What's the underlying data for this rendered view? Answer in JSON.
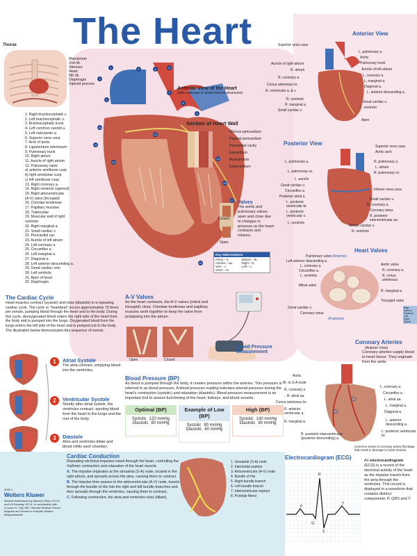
{
  "title": "The Heart",
  "thorax": {
    "heading": "Thorax",
    "labels": [
      "Manubrium",
      "2nd rib",
      "Sternum",
      "Heart",
      "5th rib",
      "Diaphragm",
      "Xiphoid process"
    ]
  },
  "legend": {
    "items": [
      "1. Right brachiocephalic v.",
      "2. Left brachiocephalic v.",
      "3. Brachiocephalic trunk",
      "4. Left common carotid a.",
      "5. Left subclavian a.",
      "6. Superior vena cava",
      "7. Arch of aorta",
      "8. Ligamentum arteriosum",
      "9. Pulmonary trunk",
      "10. Right atrium",
      "11. Auricle of right atrium",
      "12. Pulmonary valve",
      "a) anterior semilunar cusp",
      "b) right semilunar cusp",
      "c) left semilunar cusp",
      "13. Right coronary a.",
      "14. Right ventricle (opened)",
      "15. Right atrioventricular",
      "(A-V) valve (tricuspid)",
      "16. Chordae tendineae",
      "17. Papillary muscles",
      "18. Trabeculae",
      "19. Muscular wall of right",
      "ventricle",
      "20. Right marginal a.",
      "21. Small cardiac v.",
      "22. Pericardial sac",
      "23. Auricle of left atrium",
      "24. Left coronary a.",
      "25. Circumflex a.",
      "26. Left marginal a.",
      "27. Diagonal a.",
      "28. Left anterior descending a.",
      "29. Great cardiac vein",
      "30. Left ventricle",
      "31. Apex of heart",
      "32. Diaphragm"
    ]
  },
  "anterior_cutaway": {
    "heading": "Anterior View of the Heart",
    "subheading": "(with cutaways to show internal structures)"
  },
  "heart_wall": {
    "heading": "Section of Heart Wall",
    "labels": [
      "Fibrous pericardium",
      "Parietal pericardium",
      "Pericardial cavity",
      "Epicardium",
      "Myocardium",
      "Endocardium"
    ]
  },
  "valves": {
    "heading": "Valves",
    "text": "The aortic and pulmonary valves open and close due to changes in pressure as the heart contracts and relaxes.",
    "closed": "Closed",
    "open": "Open"
  },
  "abbrev": {
    "heading": "Key Abbreviations",
    "items": [
      "Artery – a.",
      "Arteries – aa.",
      "Vein – v.",
      "Veins – vv.",
      "Branch – br.",
      "Right – R.",
      "Left – L."
    ]
  },
  "anterior_view": {
    "heading": "Anterior View",
    "left_labels": [
      "Superior vena cava",
      "Auricle of right atrium",
      "R. atrium",
      "R. coronary a.",
      "Conus arteriosus br.",
      "R. ventricular a. & v.",
      "R. ventricle",
      "R. marginal a.",
      "Small cardiac v."
    ],
    "right_labels": [
      "L. pulmonary a.",
      "Aorta",
      "Pulmonary trunk",
      "Auricle of left atrium",
      "L. coronary a.",
      "L. marginal a.",
      "Diagonal a.",
      "L. anterior descending a.",
      "Great cardiac v.",
      "L. ventricle"
    ],
    "apex": "Apex"
  },
  "posterior_view": {
    "heading": "Posterior View",
    "left_labels": [
      "L. pulmonary a.",
      "L. pulmonary vv.",
      "L. auricle",
      "Great cardiac v.",
      "Circumflex a.",
      "Posterior atrial a.",
      "L. posterior ventricular br.",
      "L. posterior ventricular v.",
      "L. ventricle"
    ],
    "right_labels": [
      "Superior vena cava",
      "Aortic arch",
      "R. pulmonary a.",
      "L. atrium",
      "R. pulmonary vv.",
      "Inferior vena cava",
      "Small cardiac v.",
      "R. coronary a.",
      "Coronary sinus",
      "R. posterior interventricular aa.",
      "Middle cardiac v.",
      "R. ventricle"
    ]
  },
  "heart_valves": {
    "heading": "Heart Valves",
    "anterior": "(Anterior)",
    "posterior": "(Posterior)",
    "left_labels": [
      "Pulmonary valve",
      "Left anterior descending a.",
      "L. coronary a.",
      "Circumflex a.",
      "L. ventricle",
      "Mitral valve",
      "Great cardiac v.",
      "Coronary sinus"
    ],
    "right_labels": [
      "Aortic valve",
      "R. coronary a.",
      "R. conus arteriosus",
      "R. marginal a.",
      "Tricuspid valve"
    ],
    "key": [
      "Key",
      "Anterior",
      "Posterior",
      "Left",
      "Right",
      "Septal"
    ]
  },
  "cardiac_cycle": {
    "heading": "The Cardiac Cycle",
    "text": "Heart muscles contract (systole) and relax (diastole) in a repeating cardiac cycle. The cycle or \"heartbeat\" occurs approximately 70 times per minute, pumping blood through the heart and to the body. During this cycle, deoxygenated blood enters the right side of the heart from the body and is pumped into the lungs. Oxygenated blood from the lungs enters the left side of the heart and is pumped out to the body. The illustration below demonstrates this sequence of events."
  },
  "phases": [
    {
      "num": "1",
      "title": "Atrial Systole",
      "text": "The atria contract, emptying blood into the ventricles."
    },
    {
      "num": "2",
      "title": "Ventricular Systole",
      "text": "Shortly after atrial systole, the ventricles contract, ejecting blood from the heart to the lungs and the rest of the body."
    },
    {
      "num": "3",
      "title": "Diastole",
      "text": "Atria and ventricles dilate and blood refills each chamber."
    }
  ],
  "av_valves": {
    "heading": "A-V Valves",
    "text": "As the heart contracts, the A-V valves (mitral and tricuspid) close. Chordae tendineae and papillary muscles work together to keep the valve from prolapsing into the atrium.",
    "open": "Open",
    "closed": "Closed"
  },
  "bp_measure": {
    "heading": "Blood Pressure Measurement"
  },
  "blood_pressure": {
    "heading": "Blood Pressure (BP)",
    "text": "As blood is pumped through the body, it creates pressure within the arteries. This pressure is referred to as blood pressure. A blood pressure reading indicates arterial pressure during the heart's contraction (systolic) and relaxation (diastolic). Blood pressure measurement is an important tool to assess functioning of the heart, kidneys, and blood vessels.",
    "columns": [
      {
        "head": "Optimal (BP)",
        "systolic": "120 mmHg",
        "diastolic": "80 mmHg",
        "color": "#cfe9c5"
      },
      {
        "head": "Example of Low (BP)",
        "systolic": "90 mmHg",
        "diastolic": "60 mmHg",
        "color": "#dbe6f3"
      },
      {
        "head": "High (BP)",
        "systolic": "140 mmHg",
        "diastolic": "90 mmHg",
        "color": "#f6d2c2"
      }
    ],
    "systolic_label": "Systolic",
    "diastolic_label": "Diastolic"
  },
  "coronary": {
    "heading": "Coronary Arteries",
    "subheading": "(Anterior View)",
    "text": "Coronary arteries supply blood to heart tissue. They originate from the aorta.",
    "left_labels": [
      "Aorta",
      "Br. to S-A node",
      "R. coronary a.",
      "R. atrial aa.",
      "Conus arteriosus br.",
      "R. anterior ventricular a.",
      "R. marginal a.",
      "R. posterior interventricular (posterior descending) a."
    ],
    "right_labels": [
      "L. coronary a.",
      "Circumflex a.",
      "L. atrial aa.",
      "L. marginal a.",
      "Diagonal a.",
      "L. anterior descending a.",
      "L. posterior ventricular br."
    ],
    "note": "Common areas of coronary artery blockage that result in damage to heart muscle."
  },
  "conduction": {
    "heading": "Cardiac Conduction",
    "text": "Repeating electrical impulses travel through the heart, controlling the rhythmic contraction and relaxation of the heart muscle.",
    "steps": [
      {
        "letter": "A.",
        "text": "The impulse originates at the sinoatrial (S-A) node, located in the right atrium, and spreads across the atria, causing them to contract."
      },
      {
        "letter": "B.",
        "text": "The impulse then passes to the atrioventricular (A-V) node, travels through the bundle of His into the right and left bundle branches and then spreads through the ventricles, causing them to contract."
      },
      {
        "letter": "C.",
        "text": "Following contraction, the atria and ventricles relax (dilate)."
      }
    ],
    "key": [
      "1. Sinoatrial (S-A) node",
      "2. Internodal septum",
      "3. Atrioventricular (A-V) node",
      "4. Bundle of His",
      "5. Right bundle branch",
      "6. Left bundle branch",
      "7. Interventricular septum",
      "8. Purkinje fibers"
    ]
  },
  "ecg": {
    "heading": "Electrocardiogram (ECG)",
    "text_pre": "An ",
    "text_bold": "electrocardiogram",
    "text_post": " (ECG) is a record of the electrical activity of the heart as the impulse travels from the atria through the ventricles. This record is displayed in a waveform that contains distinct components: P, QRS and T.",
    "waves": [
      "P",
      "Q",
      "R",
      "S",
      "T"
    ]
  },
  "publisher": {
    "code": "9205.1",
    "name": "Wolters Kluwer",
    "credit": "Medical Illustrations by Marcelo Oliver, M.F.A. and Lili Kessing, M.F.A. in consultation with Leonard S. Lilly, MD, Harvard Medical School, Brigham and Women's Hospital, Boston, Massachusetts"
  },
  "colors": {
    "title": "#2a5aa5",
    "heading": "#2b5ba7",
    "badge": "#d8351f",
    "pink": "#f6dfe6",
    "heart": "#c65a48"
  }
}
